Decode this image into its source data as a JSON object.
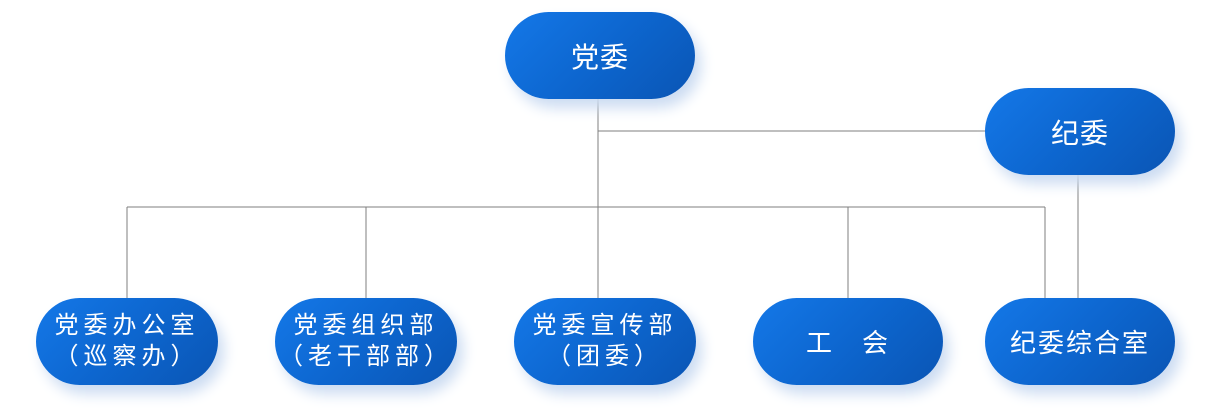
{
  "org_chart": {
    "root": {
      "label": "党委"
    },
    "discipline_committee": {
      "label": "纪委",
      "reports_to": [
        "党委"
      ]
    },
    "departments": [
      {
        "line1": "党委办公室",
        "line2": "（巡察办）",
        "reports_to": [
          "党委"
        ]
      },
      {
        "line1": "党委组织部",
        "line2": "（老干部部）",
        "reports_to": [
          "党委"
        ]
      },
      {
        "line1": "党委宣传部",
        "line2": "（团委）",
        "reports_to": [
          "党委"
        ]
      },
      {
        "line1": "工　会",
        "line2": "",
        "reports_to": [
          "党委"
        ]
      },
      {
        "line1": "纪委综合室",
        "line2": "",
        "reports_to": [
          "党委",
          "纪委"
        ]
      }
    ]
  },
  "colors": {
    "background": "#ffffff",
    "node_grad_light": "#1478e8",
    "node_grad_dark": "#0a55b4",
    "node_text": "#ffffff",
    "node_shadow": "#ccdcf2",
    "connector": "#7f7f7f"
  }
}
